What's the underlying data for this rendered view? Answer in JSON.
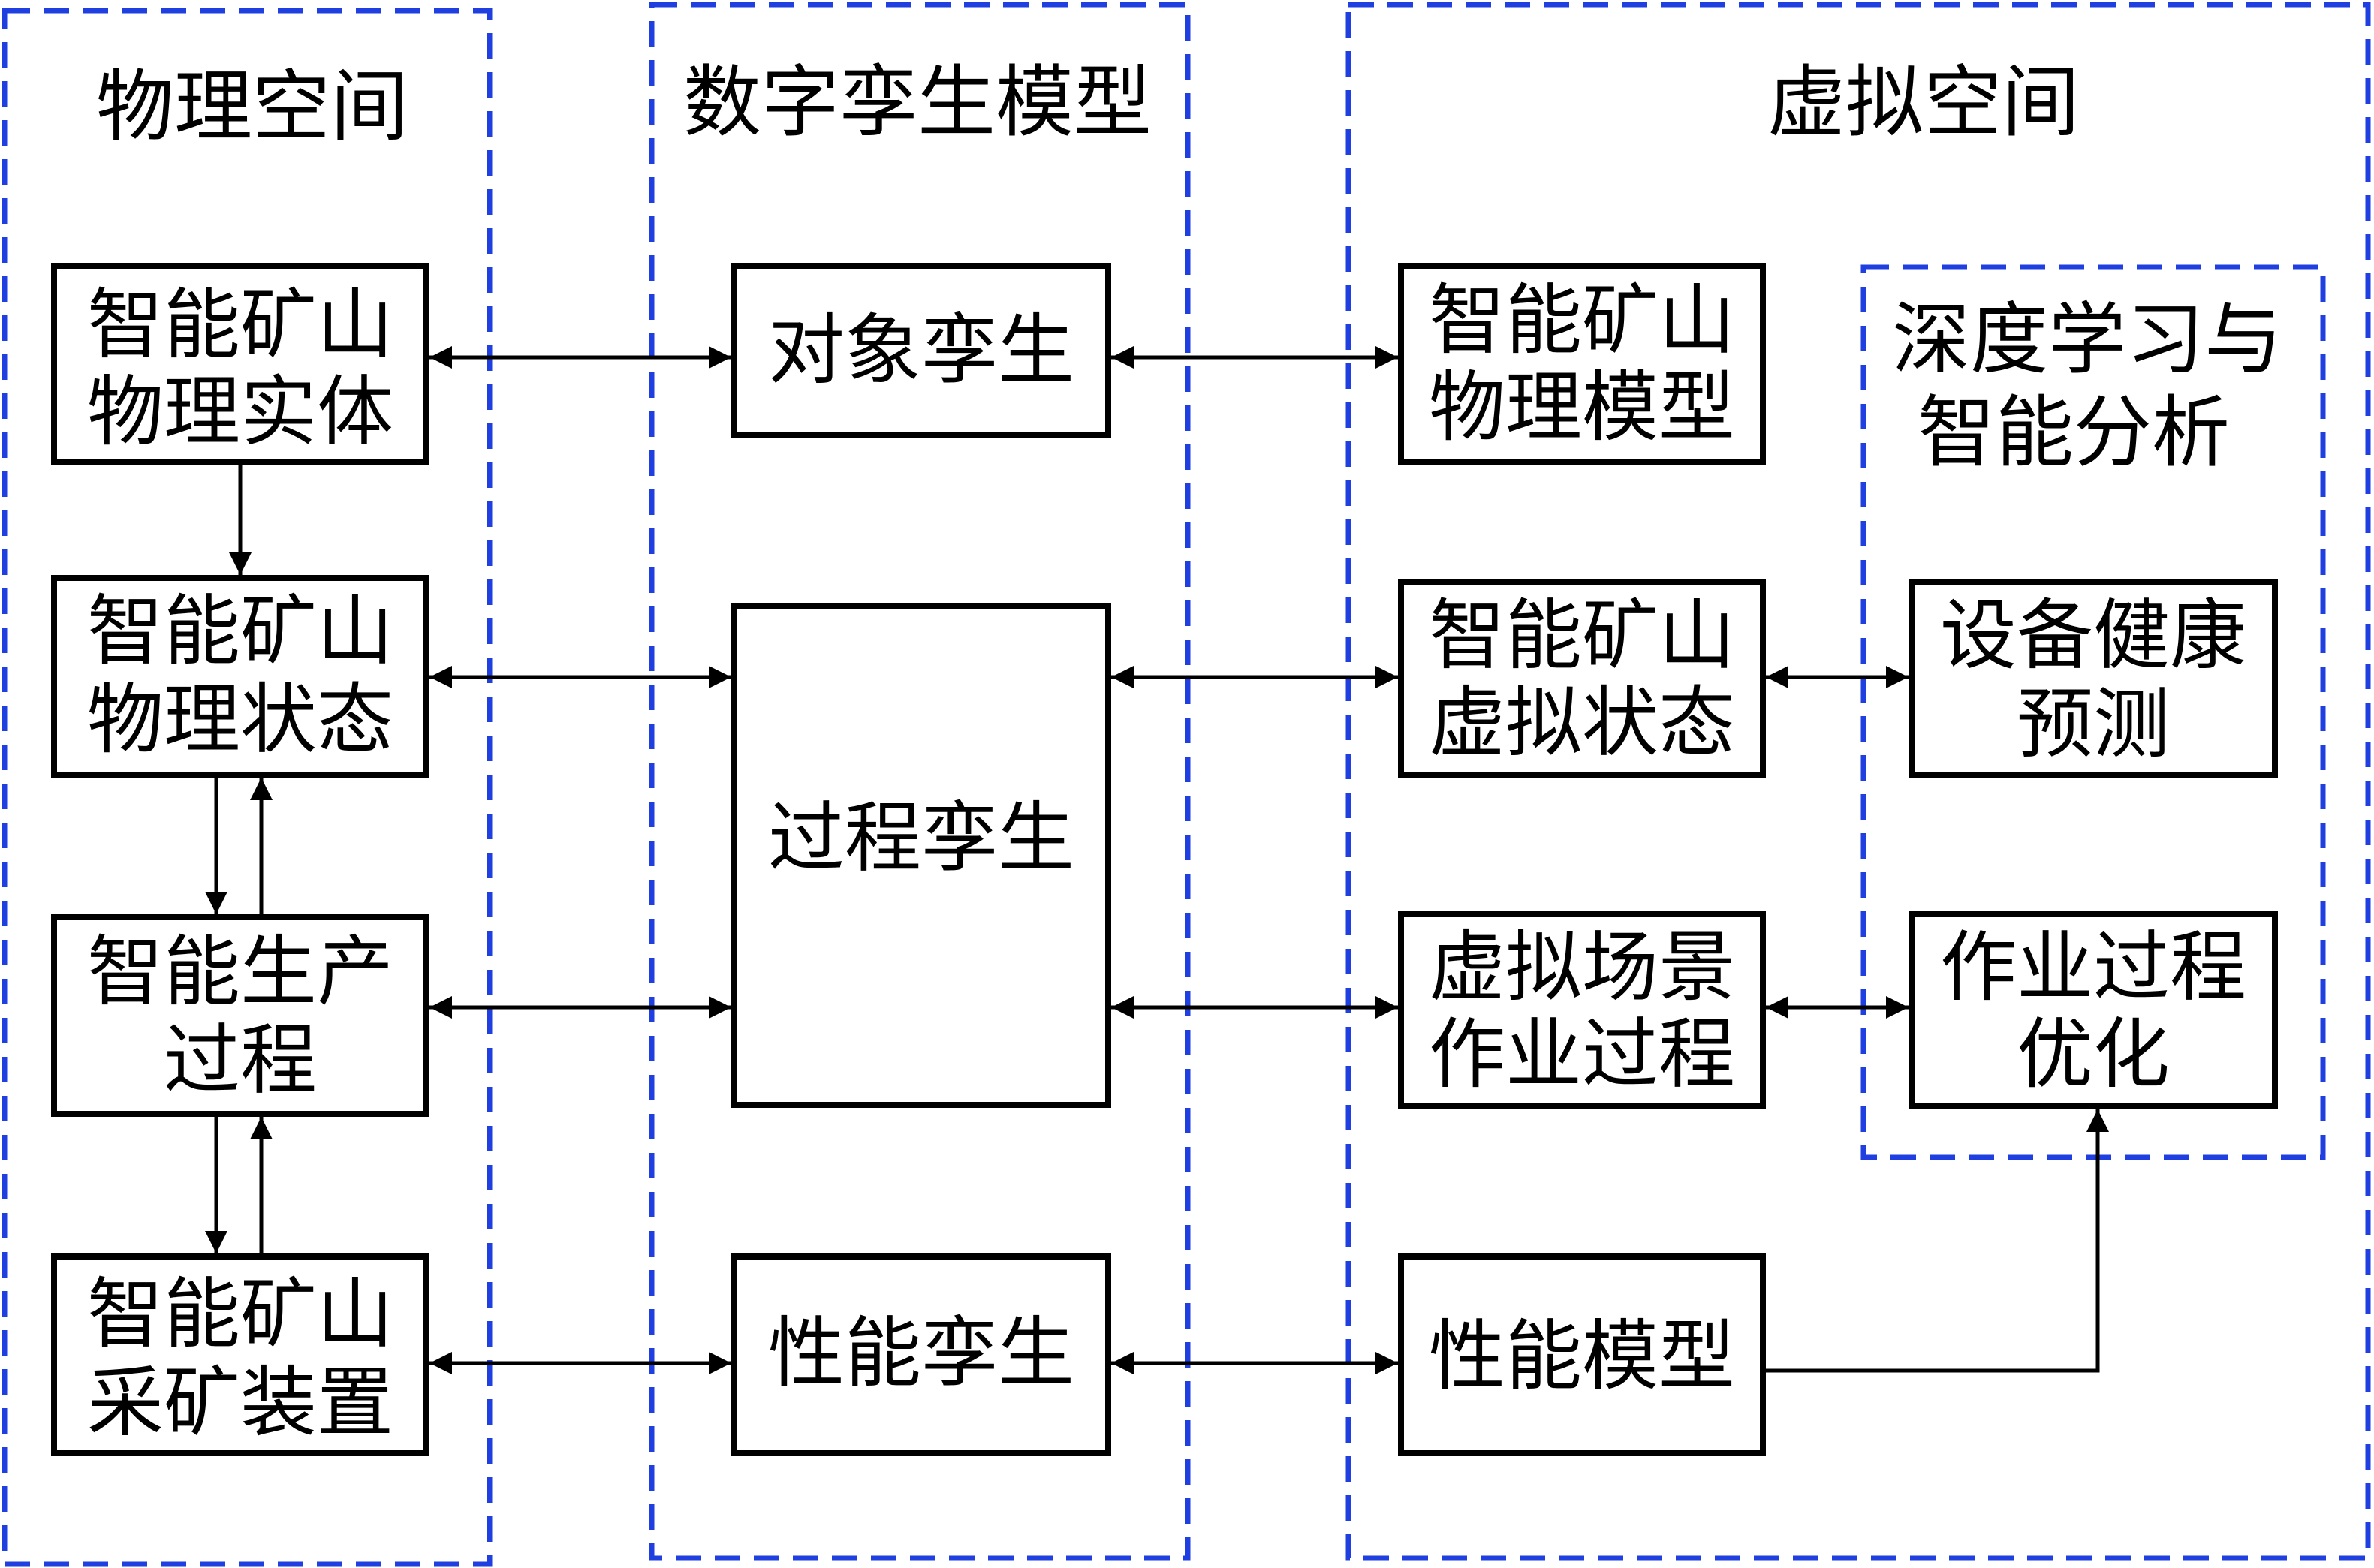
{
  "colors": {
    "zone_border": "#1f3fe0",
    "line": "#000000",
    "box_fill": "#ffffff"
  },
  "zones": {
    "physical": {
      "title": "物理空间"
    },
    "twin": {
      "title": "数字孪生模型"
    },
    "virtual": {
      "title": "虚拟空间"
    },
    "ai": {
      "title": [
        "深度学习与",
        "智能分析"
      ]
    }
  },
  "boxes": {
    "phys_entity": [
      "智能矿山",
      "物理实体"
    ],
    "phys_state": [
      "智能矿山",
      "物理状态"
    ],
    "production": [
      "智能生产",
      "过程"
    ],
    "mining_device": [
      "智能矿山",
      "采矿装置"
    ],
    "object_twin": [
      "对象孪生"
    ],
    "process_twin": [
      "过程孪生"
    ],
    "performance_twin": [
      "性能孪生"
    ],
    "phys_model": [
      "智能矿山",
      "物理模型"
    ],
    "virtual_state": [
      "智能矿山",
      "虚拟状态"
    ],
    "scene_process": [
      "虚拟场景",
      "作业过程"
    ],
    "performance_model": [
      "性能模型"
    ],
    "health_predict": [
      "设备健康",
      "预测"
    ],
    "process_optimize": [
      "作业过程",
      "优化"
    ]
  }
}
